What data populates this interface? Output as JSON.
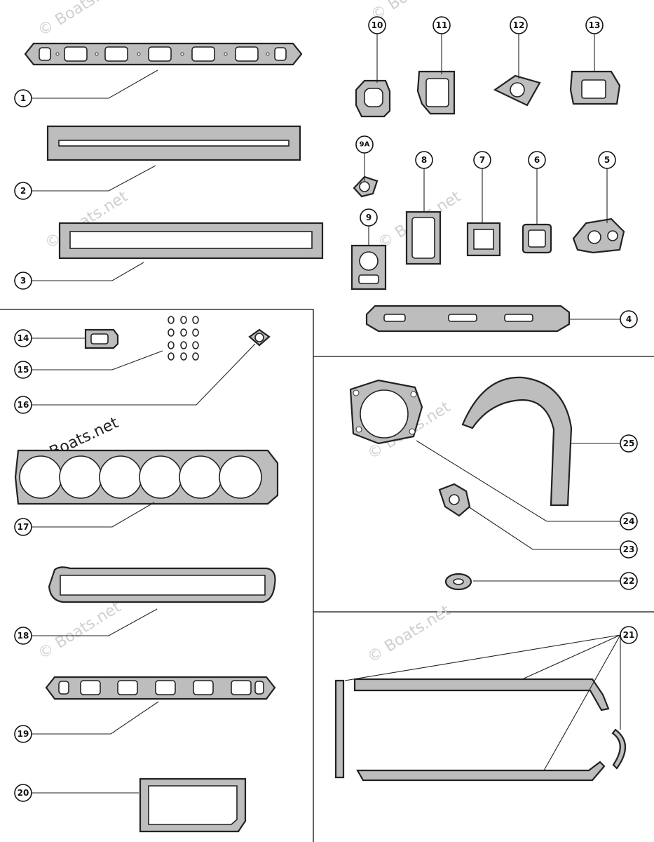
{
  "callouts": {
    "c1": "1",
    "c2": "2",
    "c3": "3",
    "c4": "4",
    "c5": "5",
    "c6": "6",
    "c7": "7",
    "c8": "8",
    "c9": "9",
    "c9a": "9A",
    "c10": "10",
    "c11": "11",
    "c12": "12",
    "c13": "13",
    "c14": "14",
    "c15": "15",
    "c16": "16",
    "c17": "17",
    "c18": "18",
    "c19": "19",
    "c20": "20",
    "c21": "21",
    "c22": "22",
    "c23": "23",
    "c24": "24",
    "c25": "25"
  },
  "watermark": {
    "text": "© Boats.net",
    "main_text": "Boats.net"
  },
  "colors": {
    "gasket_fill": "#bdbdbd",
    "outline": "#222222",
    "background": "#ffffff"
  }
}
